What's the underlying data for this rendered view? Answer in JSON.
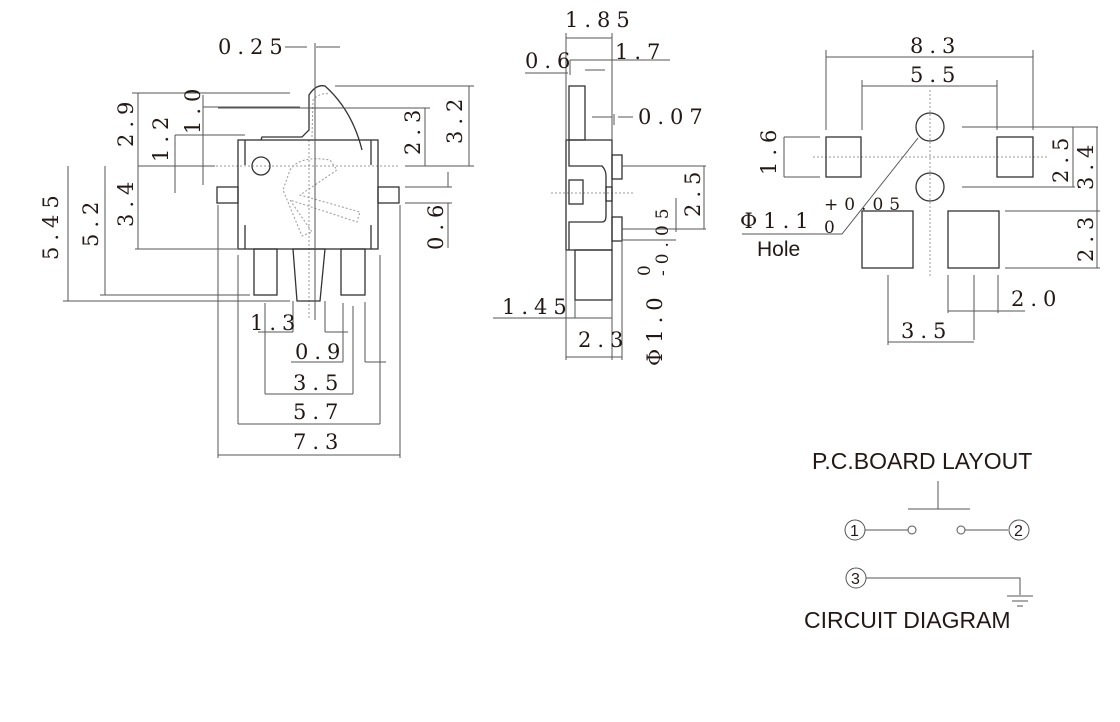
{
  "front_view": {
    "dims": {
      "lever_width": "0.25",
      "height_2_9": "2.9",
      "height_1_2": "1.2",
      "height_1_0": "1.0",
      "height_3_4": "3.4",
      "height_5_2": "5.2",
      "height_5_45": "5.45",
      "height_2_3": "2.3",
      "height_3_2": "3.2",
      "tab_0_6": "0.6",
      "w_1_3": "1.3",
      "w_0_9": "0.9",
      "w_3_5": "3.5",
      "w_5_7": "5.7",
      "w_7_3": "7.3"
    }
  },
  "side_view": {
    "dims": {
      "w_1_85": "1.85",
      "w_0_6": "0.6",
      "w_1_7": "1.7",
      "w_0_07": "0.07",
      "h_2_5": "2.5",
      "w_1_45": "1.45",
      "w_2_3": "2.3",
      "boss_dia": "Φ1.0",
      "boss_tol_plus": "0",
      "boss_tol_minus": "-0.05"
    }
  },
  "pcb_layout": {
    "title": "P.C.BOARD LAYOUT",
    "dims": {
      "w_8_3": "8.3",
      "w_5_5": "5.5",
      "h_1_6": "1.6",
      "h_2_5": "2.5",
      "h_3_4": "3.4",
      "h_2_3": "2.3",
      "w_2_0": "2.0",
      "w_3_5": "3.5"
    },
    "hole_dia": "Φ1.1",
    "hole_tol_plus": "+0.05",
    "hole_tol_minus": "0",
    "hole_label": "Hole"
  },
  "circuit": {
    "title": "CIRCUIT DIAGRAM",
    "terminals": [
      "1",
      "2",
      "3"
    ]
  }
}
